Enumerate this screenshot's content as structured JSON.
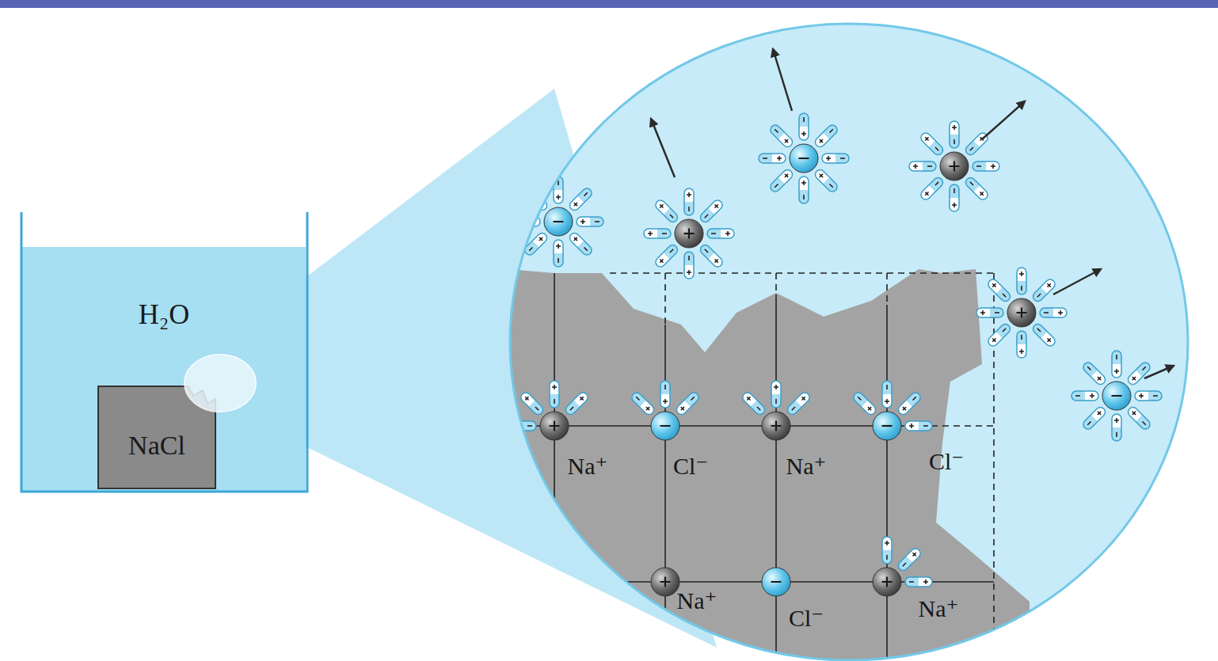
{
  "diagram": {
    "nodes": [
      {
        "text": [
          "H₂O"
        ]
      },
      {
        "text": [
          "NaCl"
        ],
        "in": 0
      }
    ],
    "labels": [
      "Na⁺",
      "Cl⁻",
      "Na⁺",
      "Cl⁻",
      "Na⁺",
      "Cl⁻",
      "Na⁺"
    ]
  }
}
